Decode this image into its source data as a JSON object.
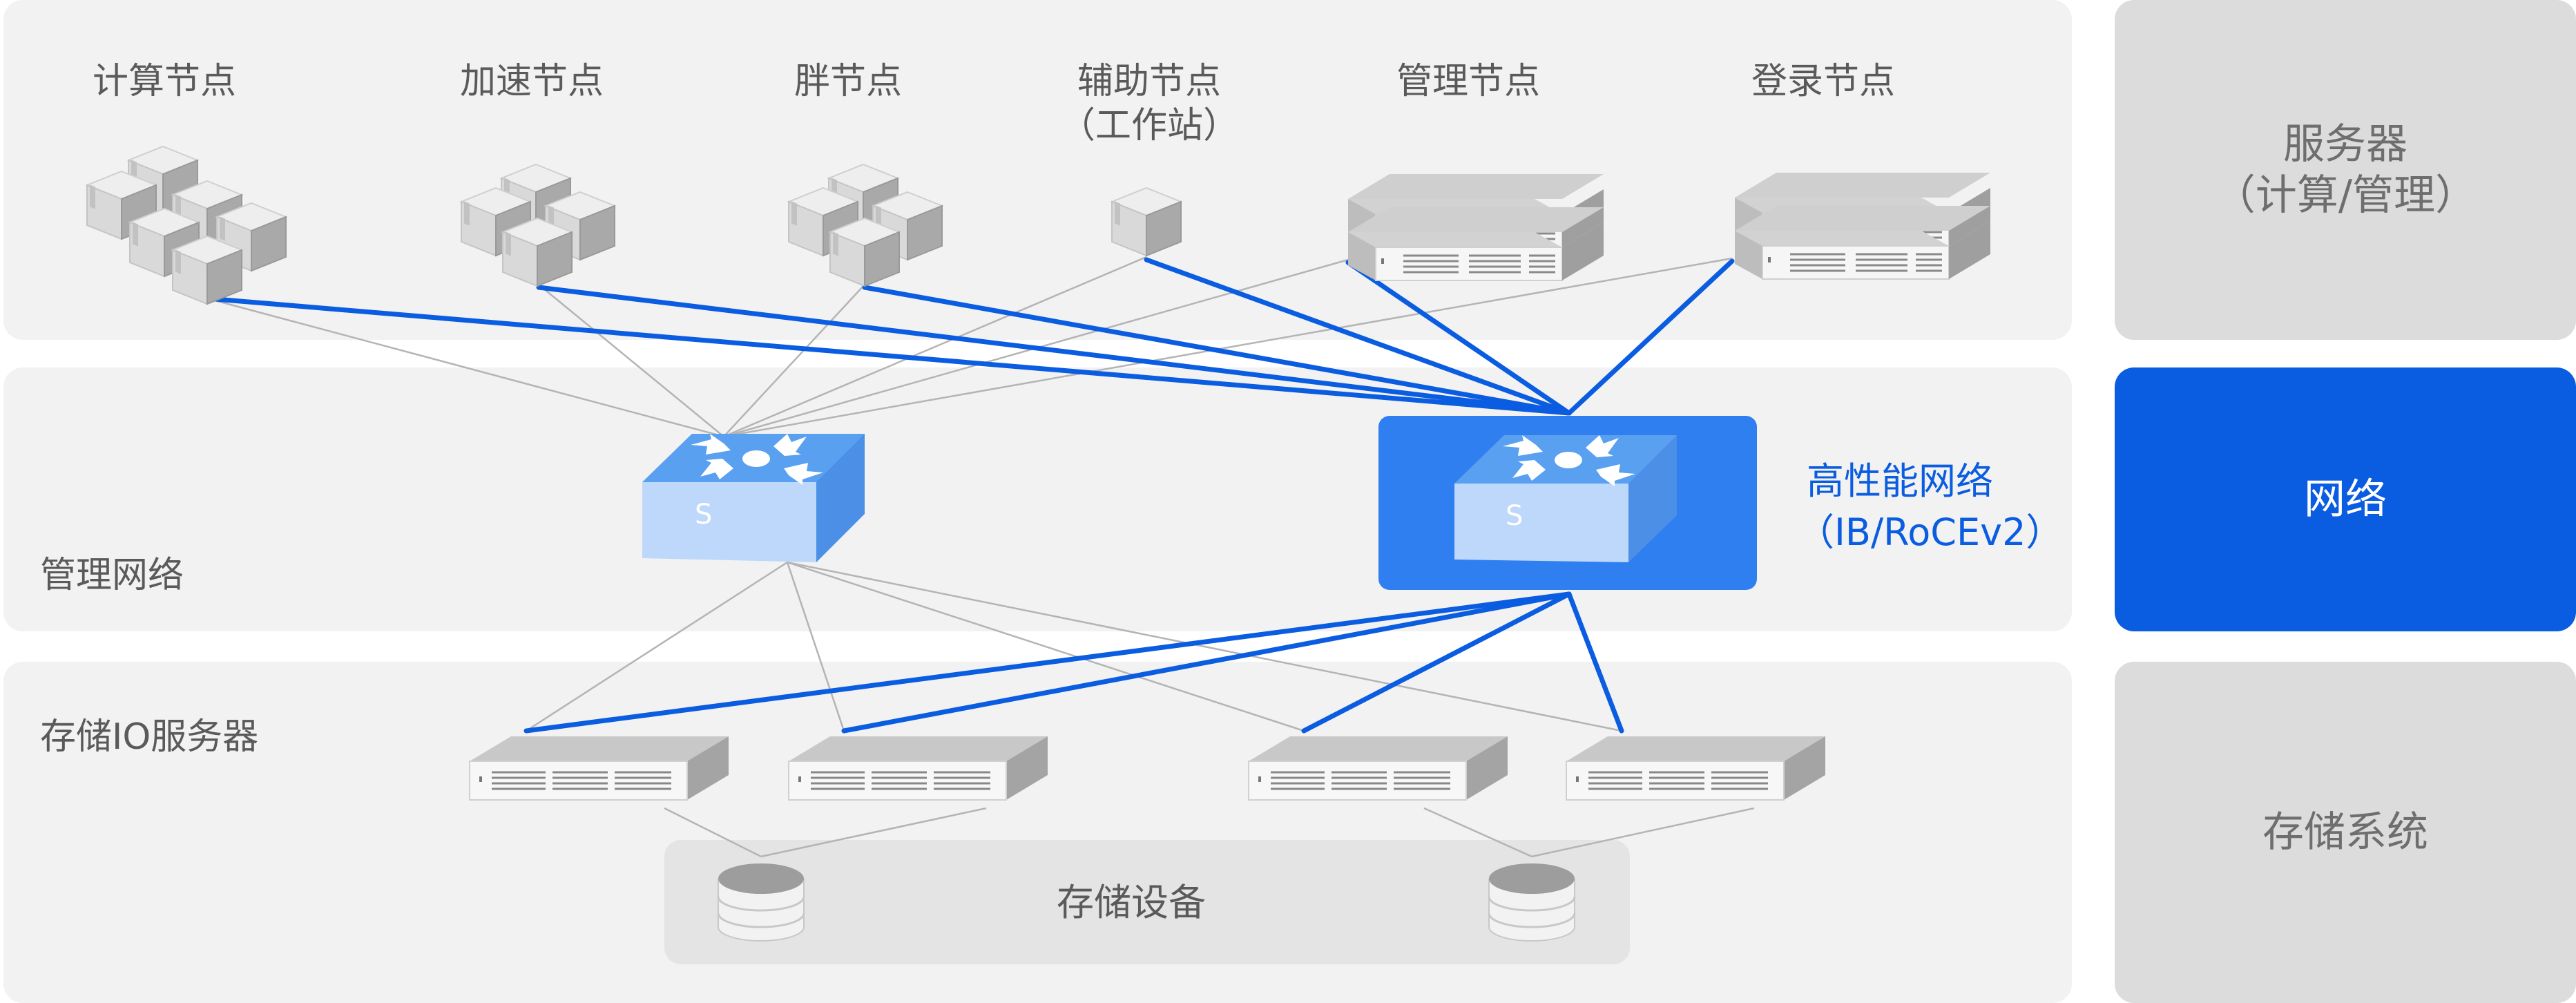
{
  "nodes": {
    "compute": "计算节点",
    "accel": "加速节点",
    "fat": "胖节点",
    "aux_line1": "辅助节点",
    "aux_line2": "（工作站）",
    "mgmt": "管理节点",
    "login": "登录节点"
  },
  "network": {
    "mgmt_label": "管理网络",
    "hp_line1": "高性能网络",
    "hp_line2": "（IB/RoCEv2）",
    "switch_mark": "S"
  },
  "storage": {
    "io_label": "存储IO服务器",
    "device_label": "存储设备"
  },
  "sidebar": {
    "servers_line1": "服务器",
    "servers_line2": "（计算/管理）",
    "network": "网络",
    "storage": "存储系统"
  },
  "colors": {
    "panel_bg": "#f2f2f2",
    "sidebar_gray": "#dcdcdc",
    "accent_blue": "#0a5ce0",
    "hp_switch_bg": "#2f7ff0",
    "thin_link": "#b4b4b4"
  }
}
